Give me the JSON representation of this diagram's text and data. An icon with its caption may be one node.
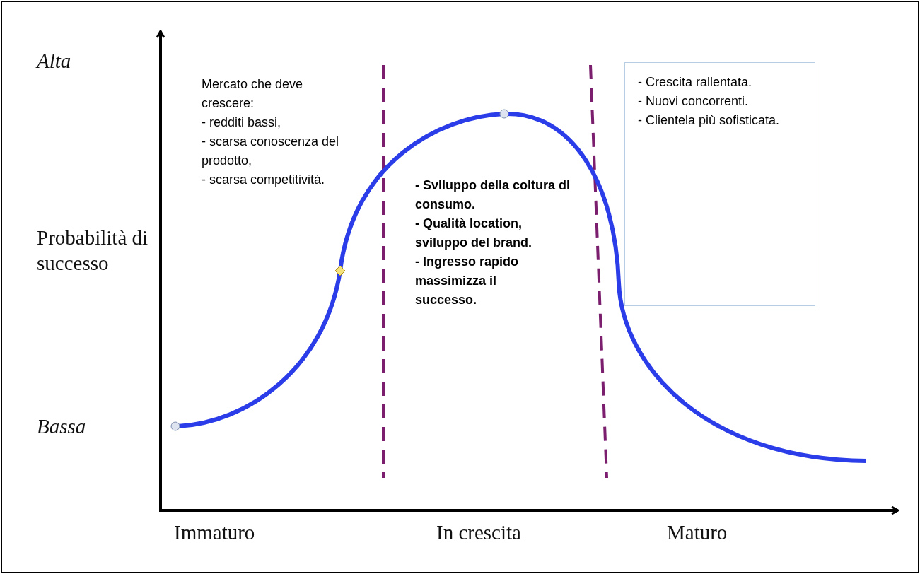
{
  "diagram": {
    "nodes": [
      {
        "text": [
          "- Crescita rallentata.",
          "- Nuovi concorrenti.",
          "- Clientela più sofisticata."
        ]
      }
    ],
    "labels": [
      "Alta",
      "Mercato che deve crescere:",
      "- redditi bassi,",
      "- scarsa conoscenza del prodotto,",
      "- scarsa competitività.",
      "Probabilità di successo",
      "- Sviluppo della coltura di consumo.",
      "- Qualità location, sviluppo del brand.",
      "- Ingresso rapido massimizza il successo.",
      "Bassa",
      "Immaturo",
      "In crescita",
      "Maturo"
    ]
  }
}
